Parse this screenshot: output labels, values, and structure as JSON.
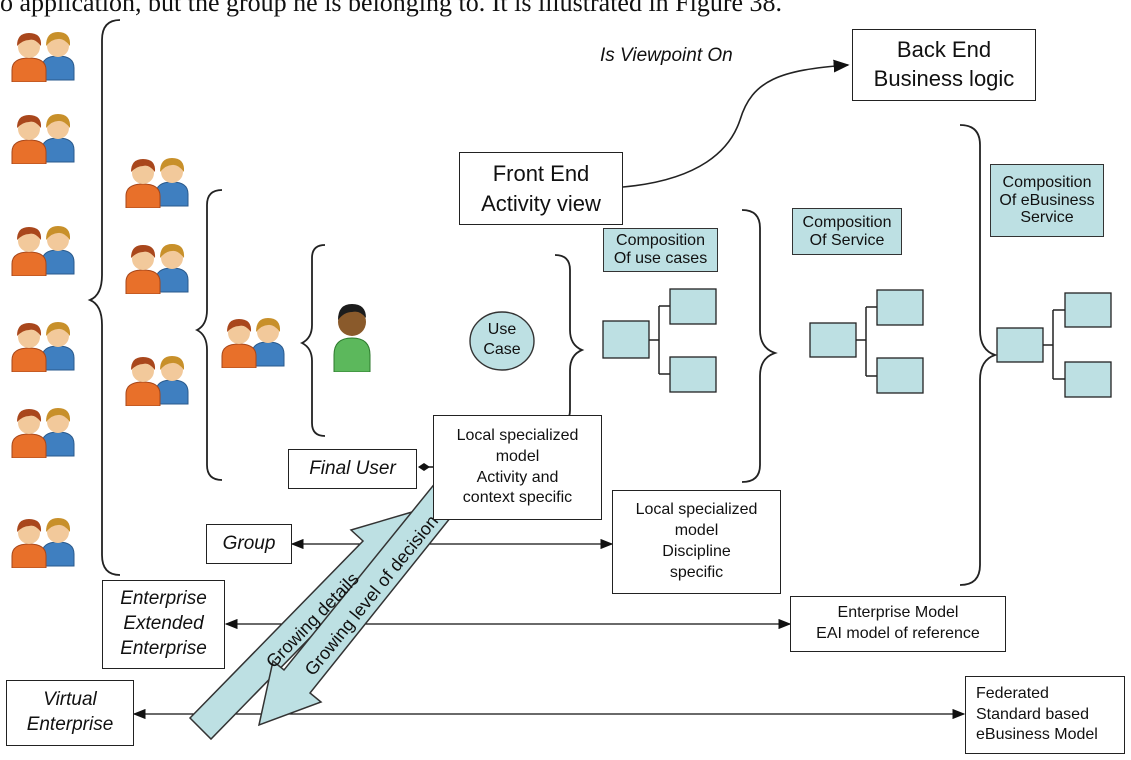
{
  "caption": "o application, but the group he is belonging to. It is illustrated in Figure 38.",
  "viewpoint_label": "Is Viewpoint On",
  "back_end": {
    "line1": "Back End",
    "line2": "Business logic"
  },
  "front_end": {
    "line1": "Front End",
    "line2": "Activity view"
  },
  "use_case": {
    "line1": "Use",
    "line2": "Case"
  },
  "composition_use_cases": {
    "line1": "Composition",
    "line2": "Of use cases"
  },
  "composition_service": {
    "line1": "Composition",
    "line2": "Of Service"
  },
  "composition_ebusiness": {
    "line1": "Composition",
    "line2": "Of eBusiness",
    "line3": "Service"
  },
  "local_model_activity": {
    "line1": "Local specialized",
    "line2": "model",
    "line3": "Activity and",
    "line4": "context specific"
  },
  "local_model_discipline": {
    "line1": "Local specialized",
    "line2": "model",
    "line3": "Discipline",
    "line4": "specific"
  },
  "enterprise_model": {
    "line1": "Enterprise Model",
    "line2": "EAI model of reference"
  },
  "federated_model": {
    "line1": "Federated",
    "line2": "Standard based",
    "line3": "eBusiness Model"
  },
  "levels": {
    "final_user": "Final User",
    "group": "Group",
    "enterprise": {
      "line1": "Enterprise",
      "line2": "Extended",
      "line3": "Enterprise"
    },
    "virtual": {
      "line1": "Virtual",
      "line2": "Enterprise"
    }
  },
  "arrow_up_label": "Growing details",
  "arrow_down_label": "Growing level of decision",
  "colors": {
    "teal_fill": "#bde0e3",
    "person_orange": "#e8702a",
    "person_blue": "#3f7fc0",
    "user_green": "#5cb85c"
  }
}
